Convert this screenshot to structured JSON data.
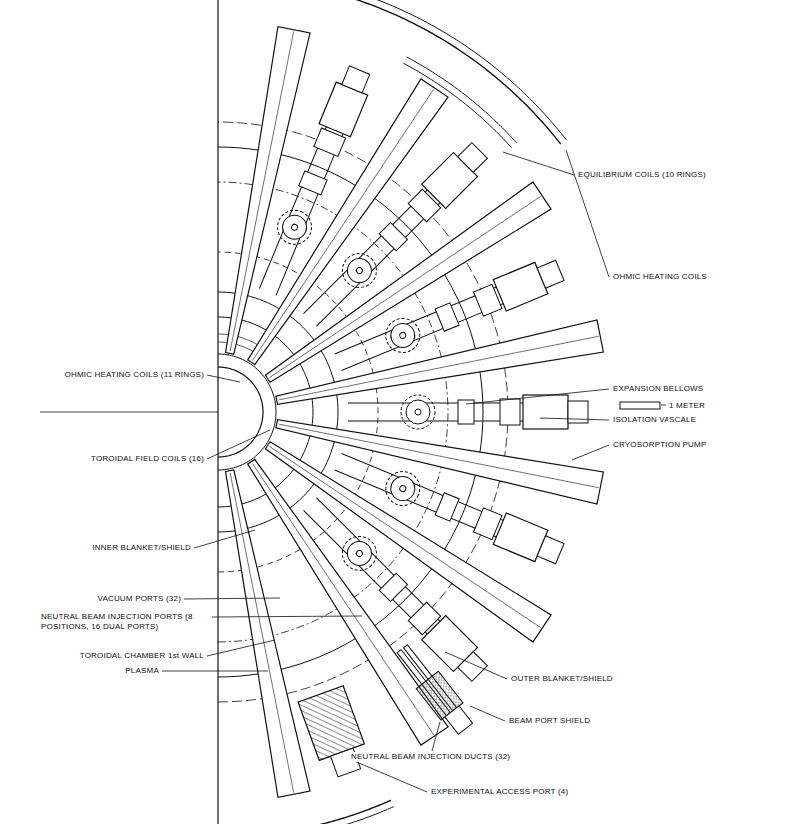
{
  "diagram": {
    "labels": [
      "EQUILIBRIUM COILS (10 RINGS)",
      "OHMIC HEATING COILS",
      "OHMIC HEATING COILS (11 RINGS)",
      "EXPANSION BELLOWS",
      "ISOLATION VALVE",
      "CRYOSORPTION PUMP",
      "TOROIDAL FIELD COILS (16)",
      "INNER BLANKET/SHIELD",
      "VACUUM PORTS (32)",
      "NEUTRAL BEAM INJECTION PORTS (8 POSITIONS, 16 DUAL PORTS)",
      "TOROIDAL CHAMBER 1st WALL",
      "PLASMA",
      "OUTER BLANKET/SHIELD",
      "BEAM PORT SHIELD",
      "NEUTRAL BEAM INJECTION DUCTS (32)",
      "EXPERIMENTAL ACCESS PORT (4)",
      "1 METER",
      "SCALE"
    ]
  }
}
